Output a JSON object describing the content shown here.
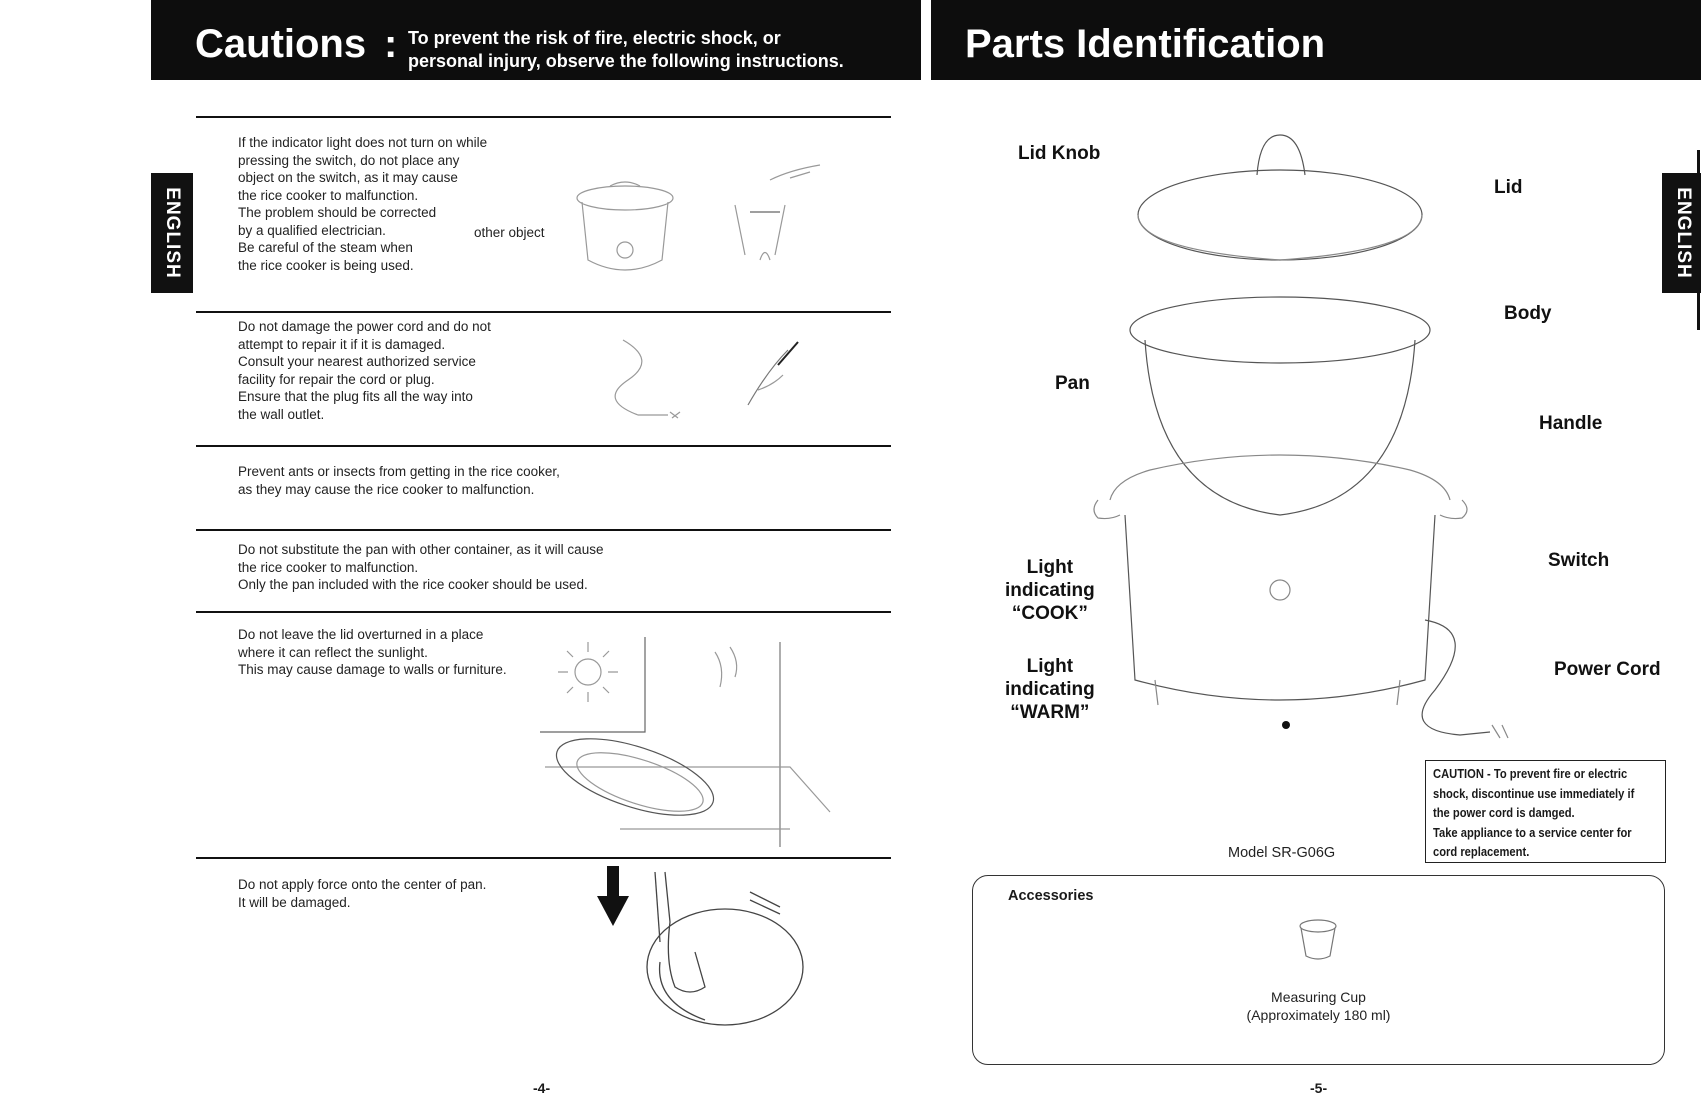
{
  "left_page": {
    "header": {
      "title": "Cautions",
      "colon": ":",
      "subtitle_lines": [
        "To prevent the risk of fire, electric shock, or",
        "personal injury, observe the following instructions."
      ]
    },
    "side_tab": "ENGLISH",
    "cautions": [
      {
        "lines": [
          "If the indicator light does not turn on while",
          "pressing the switch, do not place any",
          "object on the switch, as it may cause",
          "the rice cooker to malfunction.",
          "The problem should be corrected",
          "by a qualified electrician.",
          "Be careful of the steam when",
          "the rice cooker is being used."
        ],
        "illustration_label": "other object"
      },
      {
        "lines": [
          "Do not damage the power cord and do not",
          "attempt to repair it if it is damaged.",
          "Consult your nearest authorized service",
          "facility for repair the cord or plug.",
          "Ensure that the plug fits all the way into",
          "the wall outlet."
        ]
      },
      {
        "lines": [
          "Prevent ants or insects from getting in the rice cooker,",
          "as they may cause the rice cooker to malfunction."
        ]
      },
      {
        "lines": [
          "Do not substitute the pan with other container, as it will cause",
          "the rice cooker to malfunction.",
          "Only the pan included with the rice cooker should be used."
        ]
      },
      {
        "lines": [
          "Do not leave the lid overturned in a place",
          "where it can reflect the sunlight.",
          "This may cause damage to walls or furniture."
        ]
      },
      {
        "lines": [
          "Do not apply force onto the center of pan.",
          "It will be damaged."
        ]
      }
    ],
    "page_number": "-4-"
  },
  "right_page": {
    "header": {
      "title": "Parts Identification"
    },
    "side_tab": "ENGLISH",
    "part_labels": {
      "lid_knob": "Lid Knob",
      "lid": "Lid",
      "body": "Body",
      "pan": "Pan",
      "handle": "Handle",
      "light_cook": [
        "Light",
        "indicating",
        "“COOK”"
      ],
      "switch": "Switch",
      "light_warm": [
        "Light",
        "indicating",
        "“WARM”"
      ],
      "power_cord": "Power Cord"
    },
    "model": "Model SR-G06G",
    "caution_box": [
      "CAUTION - To prevent fire or electric",
      "shock, discontinue use immediately if",
      "the power cord is damged.",
      "Take appliance to a service center for",
      "cord replacement."
    ],
    "accessories": {
      "title": "Accessories",
      "caption": [
        "Measuring Cup",
        "(Approximately 180 ml)"
      ]
    },
    "page_number": "-5-"
  }
}
